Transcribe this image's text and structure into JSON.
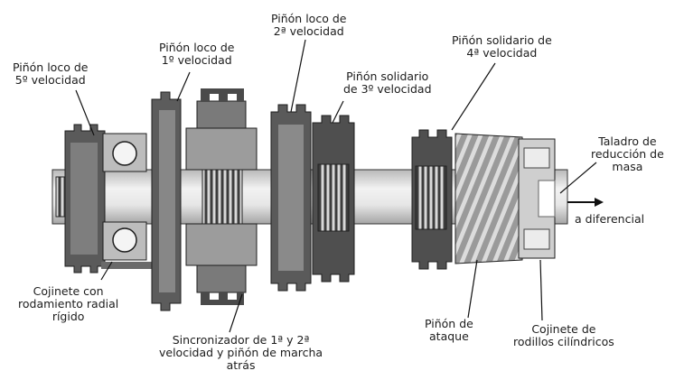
{
  "labels": {
    "pinion_5a": "Piñón loco de",
    "pinion_5b": "5º velocidad",
    "pinion_1a": "Piñón loco de",
    "pinion_1b": "1º velocidad",
    "pinion_2a": "Piñón loco de",
    "pinion_2b": "2ª velocidad",
    "pinion_3a": "Piñón solidario",
    "pinion_3b": "de 3º velocidad",
    "pinion_4a": "Piñón solidario de",
    "pinion_4b": "4ª velocidad",
    "taladro_a": "Taladro de",
    "taladro_b": "reducción de",
    "taladro_c": "masa",
    "diferencial": "a diferencial",
    "cojinete_radial_a": "Cojinete con",
    "cojinete_radial_b": "rodamiento radial",
    "cojinete_radial_c": "rígido",
    "sincro_a": "Sincronizador de 1ª y 2ª",
    "sincro_b": "velocidad y piñón de marcha",
    "sincro_c": "atrás",
    "ataque_a": "Piñón de",
    "ataque_b": "ataque",
    "rodillos_a": "Cojinete de",
    "rodillos_b": "rodillos cilíndricos"
  },
  "colors": {
    "dark_metal": "#4a4a4a",
    "mid_metal": "#8a8a8a",
    "light_metal": "#c8c8c8",
    "shaft_light": "#e4e4e4",
    "outline": "#1e1e1e"
  }
}
